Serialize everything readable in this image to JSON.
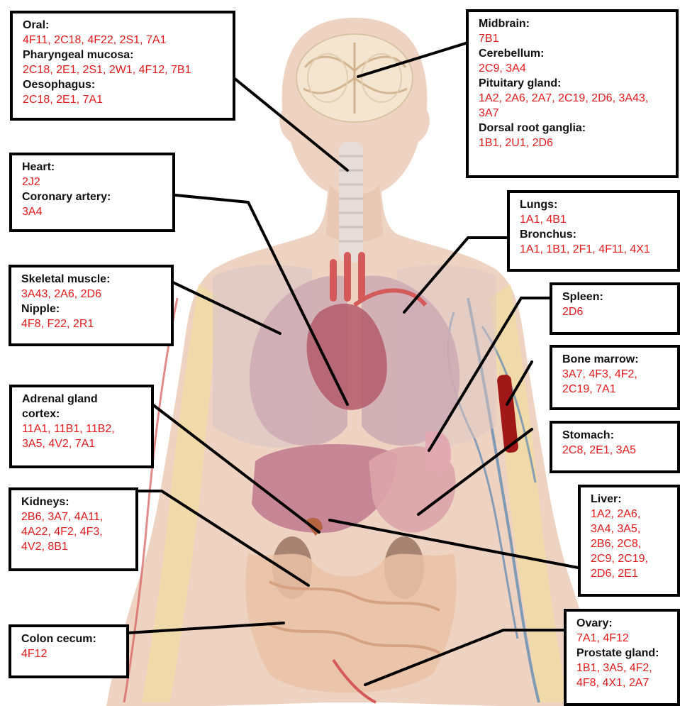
{
  "colors": {
    "skin": "#eed3c3",
    "skin_shadow": "#e4bfab",
    "lung": "#ccaab4",
    "heart": "#b35a6b",
    "liver": "#c0788e",
    "stomach": "#dca4aa",
    "kidney": "#9a7463",
    "intestine": "#e9c2a4",
    "muscle": "#dcc7c4",
    "bone": "#f0dca0",
    "vein": "#6d90b3",
    "artery": "#d45a5a",
    "code_text": "#e31a1c",
    "label_text": "#111111",
    "border": "#000000"
  },
  "boxes": [
    {
      "id": "oral",
      "entries": [
        {
          "heading": "Oral:",
          "codes": [
            "4F11, 2C18, 4F22, 2S1, 7A1"
          ]
        },
        {
          "heading": "Pharyngeal mucosa:",
          "codes": [
            "2C18, 2E1, 2S1, 2W1, 4F12, 7B1"
          ]
        },
        {
          "heading": "Oesophagus:",
          "codes": [
            "2C18, 2E1, 7A1"
          ]
        }
      ]
    },
    {
      "id": "midbrain",
      "entries": [
        {
          "heading": "Midbrain:",
          "codes": [
            "7B1"
          ]
        },
        {
          "heading": "Cerebellum:",
          "codes": [
            "2C9, 3A4"
          ]
        },
        {
          "heading": "Pituitary gland:",
          "codes": [
            "1A2, 2A6, 2A7, 2C19, 2D6, 3A43,",
            "3A7"
          ]
        },
        {
          "heading": "Dorsal root ganglia:",
          "codes": [
            "1B1, 2U1, 2D6"
          ]
        }
      ]
    },
    {
      "id": "heart",
      "entries": [
        {
          "heading": "Heart:",
          "codes": [
            "2J2"
          ]
        },
        {
          "heading": "Coronary artery:",
          "codes": [
            "3A4"
          ]
        }
      ]
    },
    {
      "id": "lungs",
      "entries": [
        {
          "heading": "Lungs:",
          "codes": [
            "1A1, 4B1"
          ]
        },
        {
          "heading": "Bronchus:",
          "codes": [
            "1A1, 1B1, 2F1, 4F11, 4X1"
          ]
        }
      ]
    },
    {
      "id": "skeletal",
      "entries": [
        {
          "heading": "Skeletal muscle:",
          "codes": [
            "3A43, 2A6, 2D6"
          ]
        },
        {
          "heading": "Nipple:",
          "codes": [
            "4F8, F22, 2R1"
          ]
        }
      ]
    },
    {
      "id": "spleen",
      "entries": [
        {
          "heading": "Spleen:",
          "codes": [
            "2D6"
          ]
        }
      ]
    },
    {
      "id": "bone-marrow",
      "entries": [
        {
          "heading": "Bone marrow:",
          "codes": [
            "3A7, 4F3, 4F2,",
            "2C19, 7A1"
          ]
        }
      ]
    },
    {
      "id": "adrenal",
      "entries": [
        {
          "heading": "Adrenal gland",
          "codes": []
        },
        {
          "heading": "cortex:",
          "codes": [
            "11A1, 11B1, 11B2,",
            "3A5, 4V2, 7A1"
          ]
        }
      ]
    },
    {
      "id": "stomach",
      "entries": [
        {
          "heading": "Stomach:",
          "codes": [
            "2C8, 2E1, 3A5"
          ]
        }
      ]
    },
    {
      "id": "kidneys",
      "entries": [
        {
          "heading": "Kidneys:",
          "codes": [
            "2B6, 3A7, 4A11,",
            "4A22, 4F2, 4F3,",
            "4V2, 8B1"
          ]
        }
      ]
    },
    {
      "id": "liver",
      "entries": [
        {
          "heading": "Liver:",
          "codes": [
            "1A2, 2A6,",
            "3A4, 3A5,",
            "2B6, 2C8,",
            "2C9, 2C19,",
            "2D6, 2E1"
          ]
        }
      ]
    },
    {
      "id": "colon",
      "entries": [
        {
          "heading": "Colon cecum:",
          "codes": [
            "4F12"
          ]
        }
      ]
    },
    {
      "id": "ovary",
      "entries": [
        {
          "heading": "Ovary:",
          "codes": [
            "7A1, 4F12"
          ]
        },
        {
          "heading": "Prostate gland:",
          "codes": [
            "1B1, 3A5, 4F2,",
            "4F8, 4X1, 2A7"
          ]
        }
      ]
    }
  ]
}
